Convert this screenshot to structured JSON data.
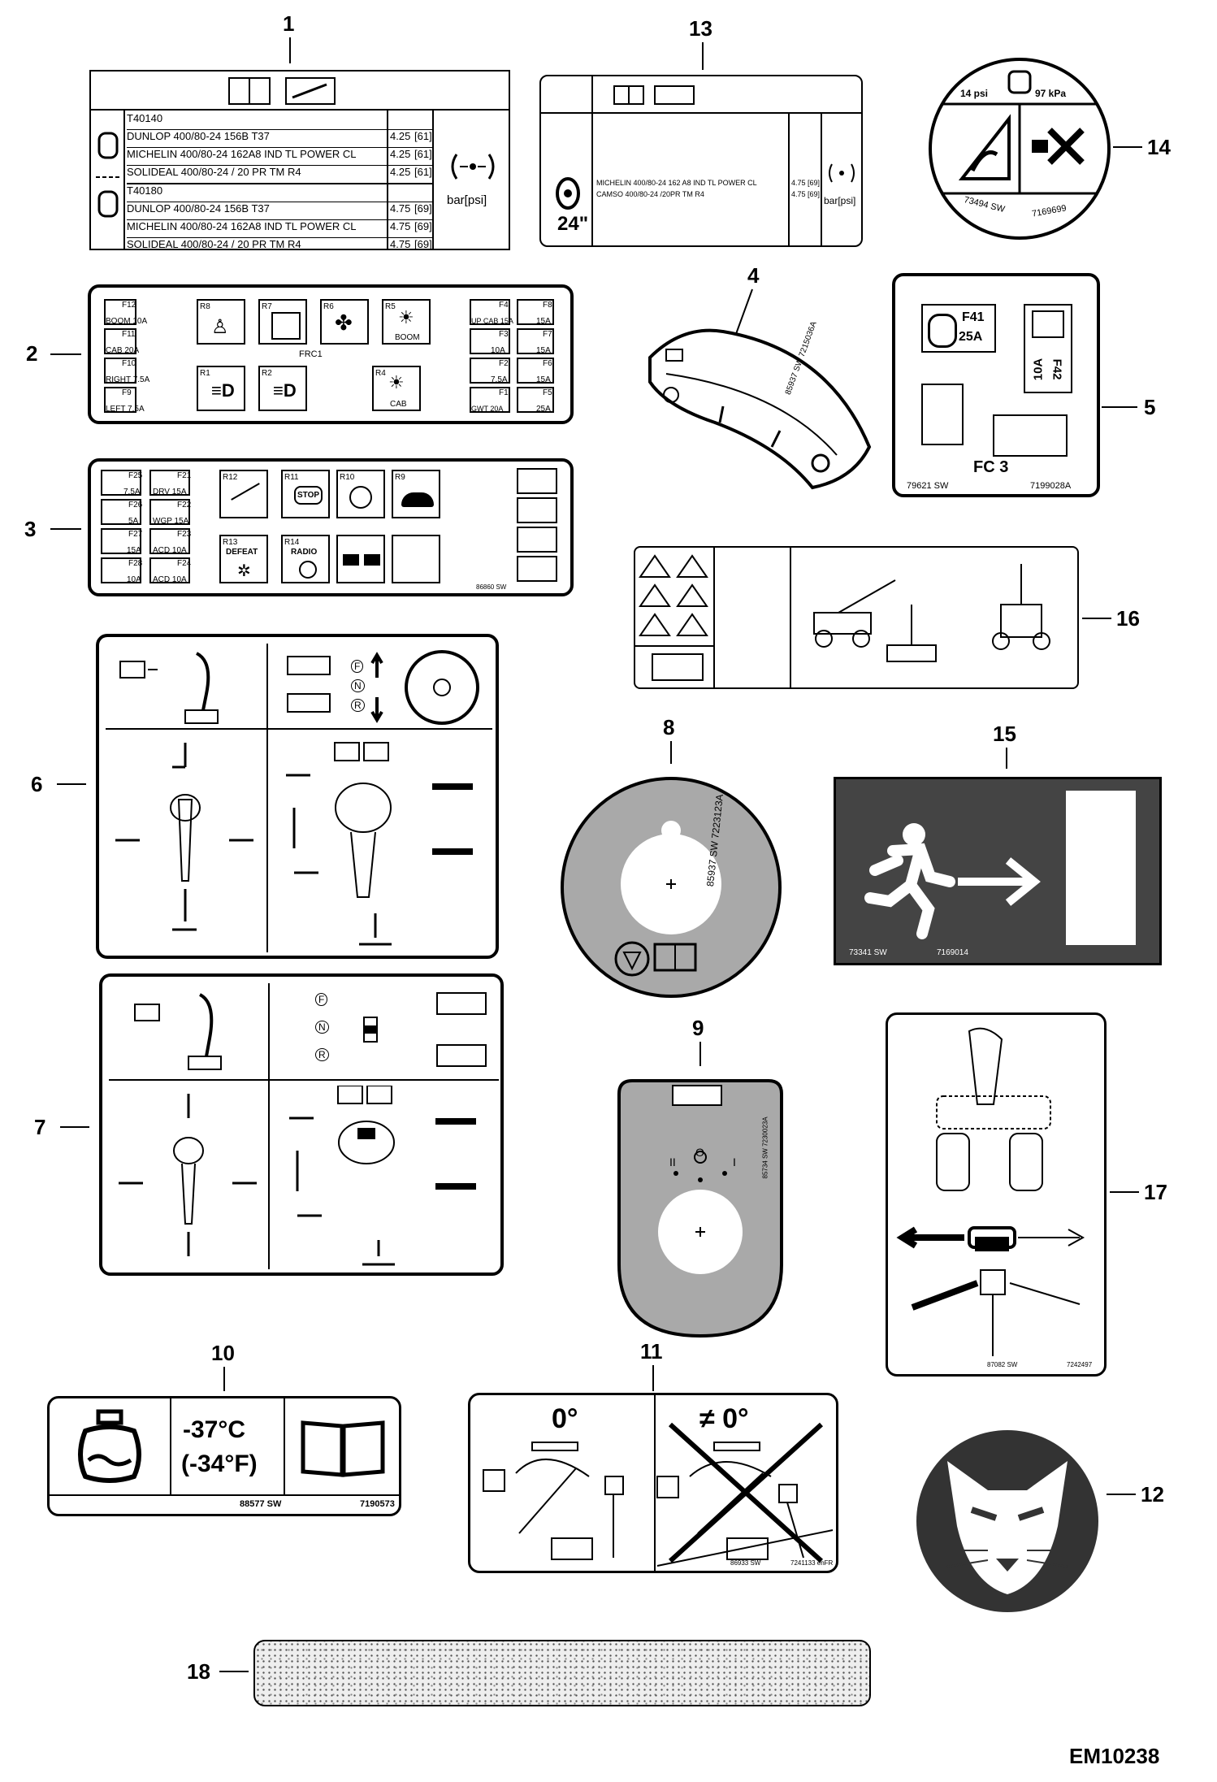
{
  "callouts": [
    "1",
    "2",
    "3",
    "4",
    "5",
    "6",
    "7",
    "8",
    "9",
    "10",
    "11",
    "12",
    "13",
    "14",
    "15",
    "16",
    "17",
    "18"
  ],
  "decal1": {
    "rows": [
      {
        "tire": "T40140",
        "val": "",
        "psi": ""
      },
      {
        "tire": "DUNLOP    400/80-24  156B T37",
        "val": "4.25",
        "psi": "[61]"
      },
      {
        "tire": "MICHELIN 400/80-24  162A8 IND TL POWER CL",
        "val": "4.25",
        "psi": "[61]"
      },
      {
        "tire": "SOLIDEAL 400/80-24  / 20    PR TM R4",
        "val": "4.25",
        "psi": "[61]"
      },
      {
        "tire": "T40180",
        "val": "",
        "psi": ""
      },
      {
        "tire": "DUNLOP    400/80-24  156B T37",
        "val": "4.75",
        "psi": "[69]"
      },
      {
        "tire": "MICHELIN 400/80-24  162A8 IND TL POWER CL",
        "val": "4.75",
        "psi": "[69]"
      },
      {
        "tire": "SOLIDEAL 400/80-24  / 20 PR TM R4",
        "val": "4.75",
        "psi": "[69]"
      }
    ],
    "unit": "bar[psi]"
  },
  "decal13": {
    "line1": "MICHELIN 400/80-24 162  A8 IND TL POWER CL",
    "line2": "CAMSO 400/80-24 /20PR TM R4",
    "val1": "4.75 [69]",
    "val2": "4.75 [69]",
    "unit": "bar[psi]",
    "size": "24\""
  },
  "decal14": {
    "left": "14 psi",
    "right": "97 kPa",
    "code1": "73494 SW",
    "code2": "7169699"
  },
  "decal2": {
    "left": [
      {
        "id": "F12",
        "label": "BOOM 10A"
      },
      {
        "id": "F11",
        "label": "CAB      20A"
      },
      {
        "id": "F10",
        "label": "RIGHT 7.5A"
      },
      {
        "id": "F9",
        "label": "LEFT  7.5A"
      }
    ],
    "relays_top": [
      "R8",
      "R7",
      "R6",
      "R5"
    ],
    "relays_bottom": [
      "R1",
      "R2",
      "R4"
    ],
    "r5_label": "BOOM",
    "r4_label": "CAB",
    "center": "FRC1",
    "right_a": [
      {
        "id": "F4",
        "label": "UP CAB 15A"
      },
      {
        "id": "F3",
        "label": "10A"
      },
      {
        "id": "F2",
        "label": "7.5A"
      },
      {
        "id": "F1",
        "label": "GWT    20A"
      }
    ],
    "right_b": [
      {
        "id": "F8",
        "label": "15A"
      },
      {
        "id": "F7",
        "label": "15A"
      },
      {
        "id": "F6",
        "label": "15A"
      },
      {
        "id": "F5",
        "label": "25A"
      }
    ]
  },
  "decal3": {
    "left": [
      {
        "id": "F25",
        "label": "7.5A"
      },
      {
        "id": "F26",
        "label": "5A"
      },
      {
        "id": "F27",
        "label": "15A"
      },
      {
        "id": "F28",
        "label": "10A"
      }
    ],
    "mid": [
      {
        "id": "F21",
        "label": "DRV    15A"
      },
      {
        "id": "F22",
        "label": "WGP   15A"
      },
      {
        "id": "F23",
        "label": "ACD   10A"
      },
      {
        "id": "F24",
        "label": "ACD   10A"
      }
    ],
    "relays": [
      "R12",
      "R11",
      "R10",
      "R9",
      "R13",
      "R14"
    ],
    "r13": "DEFEAT",
    "r14": "RADIO",
    "stop": "STOP",
    "code": "86860 SW"
  },
  "decal4": {
    "code": "85937 SW  7215036A"
  },
  "decal5": {
    "f41": "F41",
    "f41a": "25A",
    "f42": "F42",
    "f42a": "10A",
    "title": "FC 3",
    "code1": "79621 SW",
    "code2": "7199028A"
  },
  "decal8": {
    "code": "85937 SW   7223123A"
  },
  "decal9": {
    "ii": "II",
    "o": "O",
    "i": "I",
    "code": "85734 SW  7230023A"
  },
  "decal10": {
    "temp_c": "-37°C",
    "temp_f": "(-34°F)",
    "code1": "88577 SW",
    "code2": "7190573"
  },
  "decal11": {
    "ok": "0°",
    "notok": "≠ 0°",
    "code1": "86933 SW",
    "code2": "7241133 enFR"
  },
  "decal15": {
    "code1": "73341 SW",
    "code2": "7169014"
  },
  "decal17": {
    "code1": "87082 SW",
    "code2": "7242497"
  },
  "decal6": {
    "f": "F",
    "n": "N",
    "r": "R"
  },
  "decal7": {
    "f": "F",
    "n": "N",
    "r": "R"
  },
  "figure_id": "EM10238"
}
